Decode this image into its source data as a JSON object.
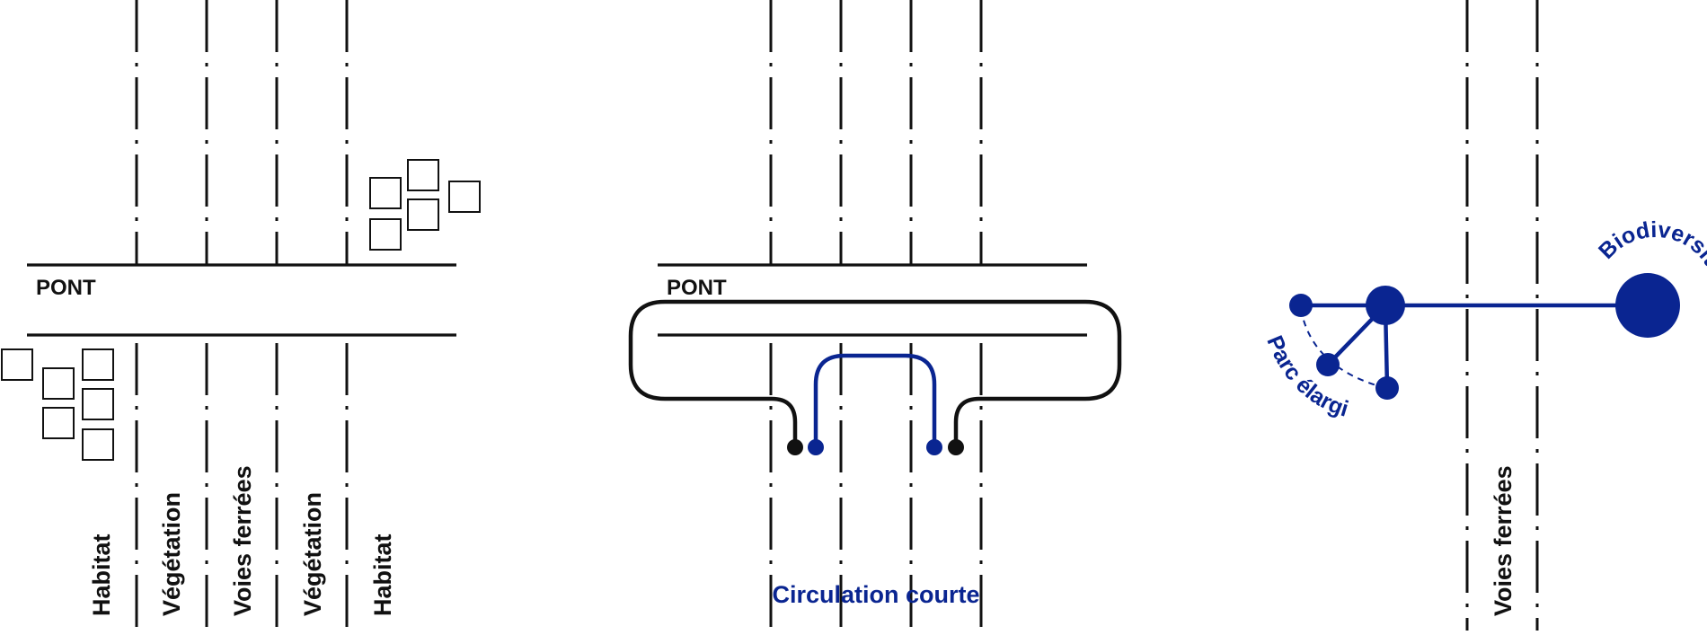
{
  "colors": {
    "ink": "#111111",
    "accent": "#0a2591"
  },
  "panel_left": {
    "bridge_label": "PONT",
    "strip_labels": [
      "Habitat",
      "Végétation",
      "Voies ferrées",
      "Végétation",
      "Habitat"
    ]
  },
  "panel_middle": {
    "bridge_label": "PONT",
    "caption": "Circulation courte"
  },
  "panel_right": {
    "strip_label": "Voies ferrées",
    "node_labels": {
      "small": "Parc élargi",
      "large": "Biodiversité"
    }
  }
}
